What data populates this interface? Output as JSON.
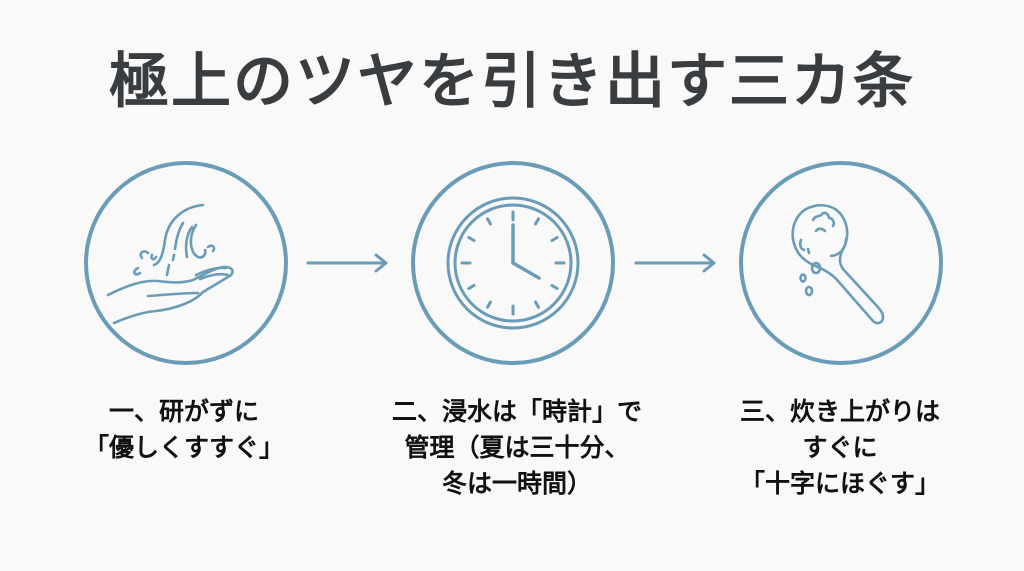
{
  "title": "極上のツヤを引き出す三カ条",
  "colors": {
    "accent": "#6a9cb8",
    "title_text": "#3a3d40",
    "caption_text": "#111111",
    "background": "#f9f9f9"
  },
  "steps": [
    {
      "icon": "hand-water-icon",
      "lines": [
        "一、研がずに",
        "「優しくすすぐ」"
      ]
    },
    {
      "icon": "clock-icon",
      "lines": [
        "二、浸水は「時計」で",
        "管理（夏は三十分、",
        "冬は一時間）"
      ]
    },
    {
      "icon": "rice-paddle-icon",
      "lines": [
        "三、炊き上がりは",
        "すぐに",
        "「十字にほぐす」"
      ]
    }
  ],
  "arrows": [
    "arrow-right-icon",
    "arrow-right-icon"
  ]
}
